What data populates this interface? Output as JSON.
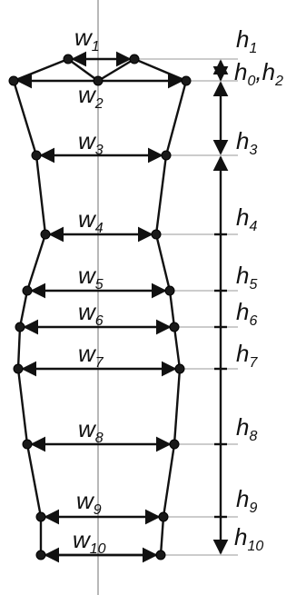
{
  "diagram": {
    "width_labels": [
      {
        "main": "w",
        "sub": "1"
      },
      {
        "main": "w",
        "sub": "2"
      },
      {
        "main": "w",
        "sub": "3"
      },
      {
        "main": "w",
        "sub": "4"
      },
      {
        "main": "w",
        "sub": "5"
      },
      {
        "main": "w",
        "sub": "6"
      },
      {
        "main": "w",
        "sub": "7"
      },
      {
        "main": "w",
        "sub": "8"
      },
      {
        "main": "w",
        "sub": "9"
      },
      {
        "main": "w",
        "sub": "10"
      }
    ],
    "height_labels": [
      {
        "main": "h",
        "sub": "1"
      },
      {
        "main": "h",
        "sub": "0"
      },
      {
        "main": "h",
        "sub": "2"
      },
      {
        "main": "h",
        "sub": "3"
      },
      {
        "main": "h",
        "sub": "4"
      },
      {
        "main": "h",
        "sub": "5"
      },
      {
        "main": "h",
        "sub": "6"
      },
      {
        "main": "h",
        "sub": "7"
      },
      {
        "main": "h",
        "sub": "8"
      },
      {
        "main": "h",
        "sub": "9"
      },
      {
        "main": "h",
        "sub": "10"
      }
    ],
    "h0_h2_separator": ","
  }
}
